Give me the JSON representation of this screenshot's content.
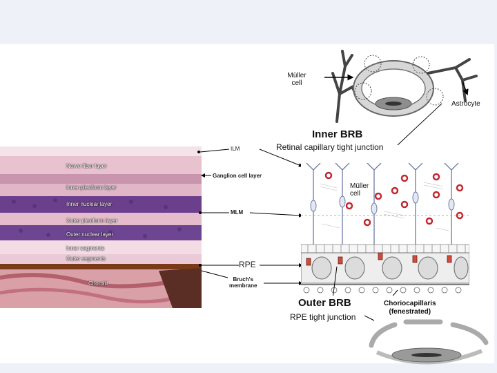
{
  "colors": {
    "slide_background": "#eef2f8",
    "content_background": "#ffffff",
    "stain_pink": "#e8b9c6",
    "stain_purple": "#6b3f8c",
    "rpe_brown": "#7a3a18",
    "red_cell": "#c2262e"
  },
  "muller_top": {
    "muller_label_line1": "Müller",
    "muller_label_line2": "cell",
    "astrocyte_label": "Astrocyte"
  },
  "histology": {
    "layers": [
      "Nerve fiber layer",
      "Inner plexiform layer",
      "Inner nuclear layer",
      "Outer plexiform layer",
      "Outer nuclear layer",
      "Inner segments",
      "Outer segments",
      "Choroid"
    ]
  },
  "callouts": {
    "ilm": "ILM",
    "ganglion": "Ganglion cell layer",
    "mlm": "MLM",
    "rpe": "RPE",
    "bruch_line1": "Bruch's",
    "bruch_line2": "membrane"
  },
  "inner_brb": {
    "title": "Inner BRB",
    "subtitle": "Retinal capillary tight junction"
  },
  "schematic": {
    "muller_label_line1": "Müller",
    "muller_label_line2": "cell"
  },
  "outer_brb": {
    "title": "Outer BRB",
    "subtitle": "RPE tight junction"
  },
  "choriocapillaris": {
    "line1": "Choriocapillaris",
    "line2": "(fenestrated)"
  }
}
